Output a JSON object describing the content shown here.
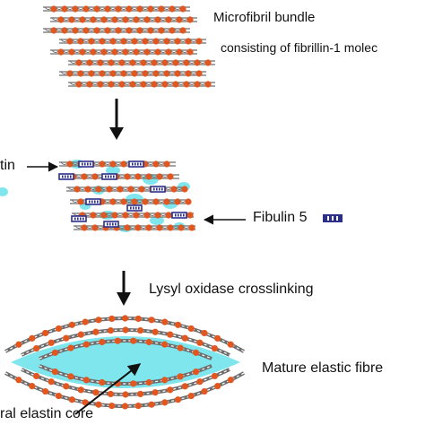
{
  "labels": {
    "microfibril_bundle": "Microfibril bundle",
    "consisting_of": "consisting of fibrillin-1 molec",
    "elastin_left": "tin",
    "fibulin": "Fibulin 5",
    "lysyl": "Lysyl oxidase crosslinking",
    "mature": "Mature elastic fibre",
    "core": "ral elastin core"
  },
  "colors": {
    "bead": "#e2571f",
    "strand": "#6d6d6d",
    "elastin": "#7fe6ee",
    "fibulin": "#2c2f8a",
    "arrow": "#111111"
  },
  "icons": {
    "fibulin_marker": "fibulin-5-icon",
    "down_arrow": "down-arrow-icon",
    "pointer_arrow": "pointer-arrow-icon"
  }
}
